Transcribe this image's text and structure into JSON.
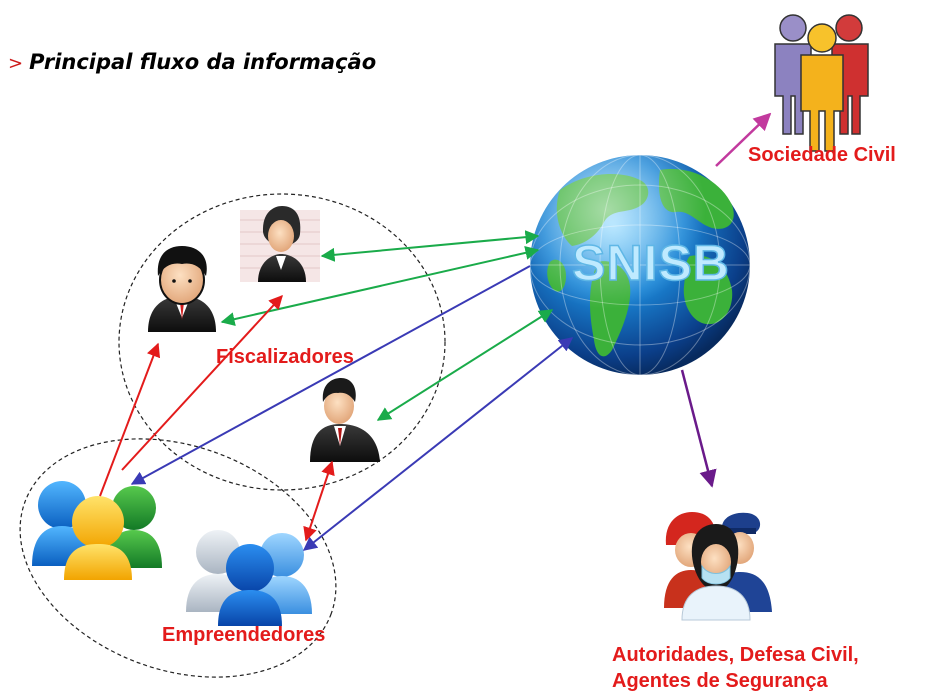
{
  "title": {
    "bullet": ">",
    "text": "Principal fluxo da informação"
  },
  "globe": {
    "label": "SNISB"
  },
  "labels": {
    "fiscalizadores": "Fiscalizadores",
    "empreendedores": "Empreendedores",
    "sociedade_civil": "Sociedade Civil",
    "autoridades_line1": "Autoridades, Defesa Civil,",
    "autoridades_line2": "Agentes de Segurança"
  },
  "icons": {
    "globe": "globe-icon",
    "fiscal_woman": "businesswoman-icon",
    "fiscal_man_1": "businessman-icon",
    "fiscal_man_2": "businessman-icon",
    "entrepreneurs_group": "people-group-icon",
    "entrepreneurs_group_2": "people-group-icon",
    "society": "society-group-icon",
    "authorities": "emergency-personnel-icon"
  },
  "colors": {
    "label_red": "#e31b1b",
    "arrow_green": "#1aab4a",
    "arrow_blue": "#3a3ab5",
    "arrow_red": "#e31b1b",
    "arrow_magenta": "#c23a9e",
    "arrow_purple": "#6a1a8a"
  }
}
